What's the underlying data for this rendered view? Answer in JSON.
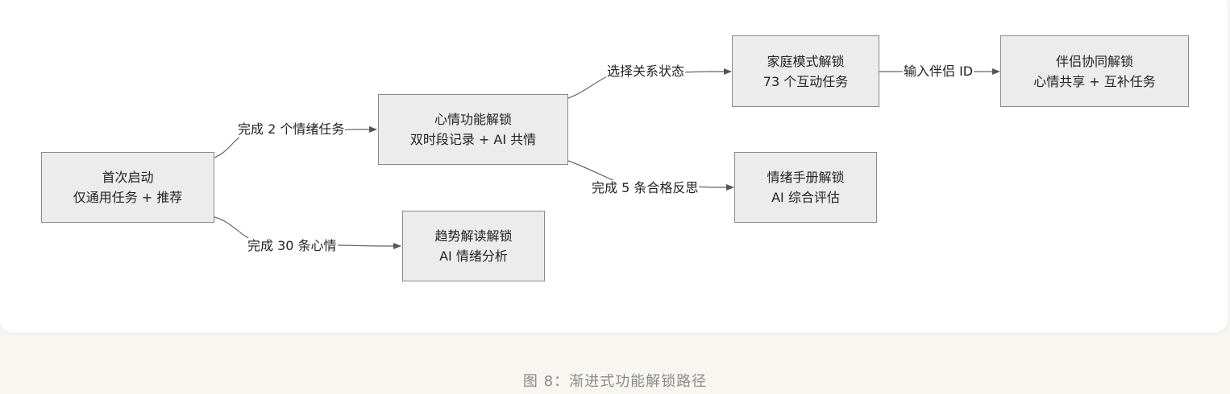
{
  "nodes": {
    "first_launch": {
      "line1": "首次启动",
      "line2": "仅通用任务 + 推荐"
    },
    "mood": {
      "line1": "心情功能解锁",
      "line2": "双时段记录 + AI 共情"
    },
    "trend": {
      "line1": "趋势解读解锁",
      "line2": "AI 情绪分析"
    },
    "family": {
      "line1": "家庭模式解锁",
      "line2": "73 个互动任务"
    },
    "handbook": {
      "line1": "情绪手册解锁",
      "line2": "AI 综合评估"
    },
    "partner": {
      "line1": "伴侣协同解锁",
      "line2": "心情共享 + 互补任务"
    }
  },
  "edges": {
    "e1": "完成 2 个情绪任务",
    "e2": "完成 30 条心情",
    "e3": "选择关系状态",
    "e4": "完成 5 条合格反思",
    "e5": "输入伴侣 ID"
  },
  "caption": "图 8：渐进式功能解锁路径"
}
